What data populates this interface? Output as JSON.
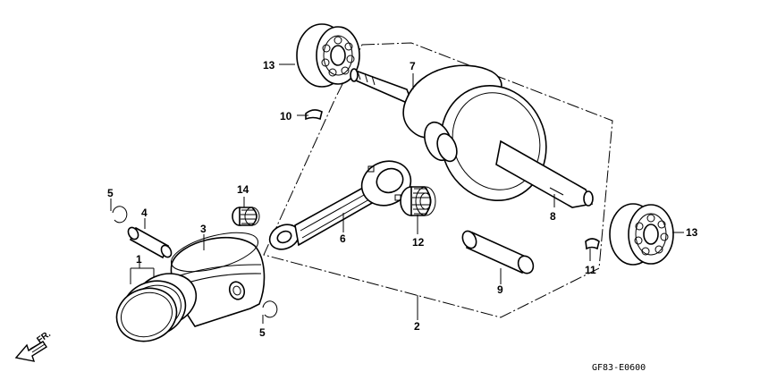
{
  "diagram": {
    "code": "GF83-E0600",
    "direction_label": "FR.",
    "callouts": [
      {
        "id": "c1",
        "text": "1"
      },
      {
        "id": "c2",
        "text": "2"
      },
      {
        "id": "c3",
        "text": "3"
      },
      {
        "id": "c4",
        "text": "4"
      },
      {
        "id": "c5a",
        "text": "5"
      },
      {
        "id": "c5b",
        "text": "5"
      },
      {
        "id": "c6",
        "text": "6"
      },
      {
        "id": "c7",
        "text": "7"
      },
      {
        "id": "c8",
        "text": "8"
      },
      {
        "id": "c9",
        "text": "9"
      },
      {
        "id": "c10",
        "text": "10"
      },
      {
        "id": "c11",
        "text": "11"
      },
      {
        "id": "c12",
        "text": "12"
      },
      {
        "id": "c13a",
        "text": "13"
      },
      {
        "id": "c13b",
        "text": "13"
      },
      {
        "id": "c14",
        "text": "14"
      }
    ]
  }
}
